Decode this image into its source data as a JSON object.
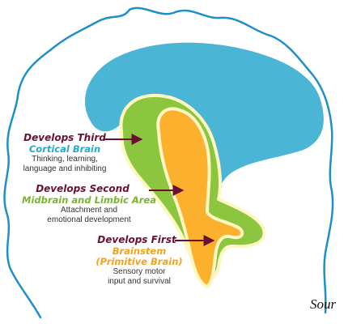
{
  "colors": {
    "head_outline": "#1e90c8",
    "cortex": "#4bb5d6",
    "midbrain": "#8cc63f",
    "brainstem": "#fbb12e",
    "separator": "#fff7c2",
    "stage_title": "#6b1033",
    "cortical_name": "#2aa6c9",
    "midbrain_name": "#7ab531",
    "brainstem_name": "#f4a11c"
  },
  "labels": {
    "third": {
      "stage": "Develops Third",
      "area": "Cortical Brain",
      "desc_lines": [
        "Thinking, learning,",
        "language and inhibiting"
      ]
    },
    "second": {
      "stage": "Develops Second",
      "area": "Midbrain and Limbic Area",
      "desc_lines": [
        "Attachment and",
        "emotional development"
      ]
    },
    "first": {
      "stage": "Develops First",
      "area_lines": [
        "Brainstem",
        "(Primitive Brain)"
      ],
      "desc_lines": [
        "Sensory motor",
        "input and survival"
      ]
    }
  },
  "source_text": "Sour"
}
